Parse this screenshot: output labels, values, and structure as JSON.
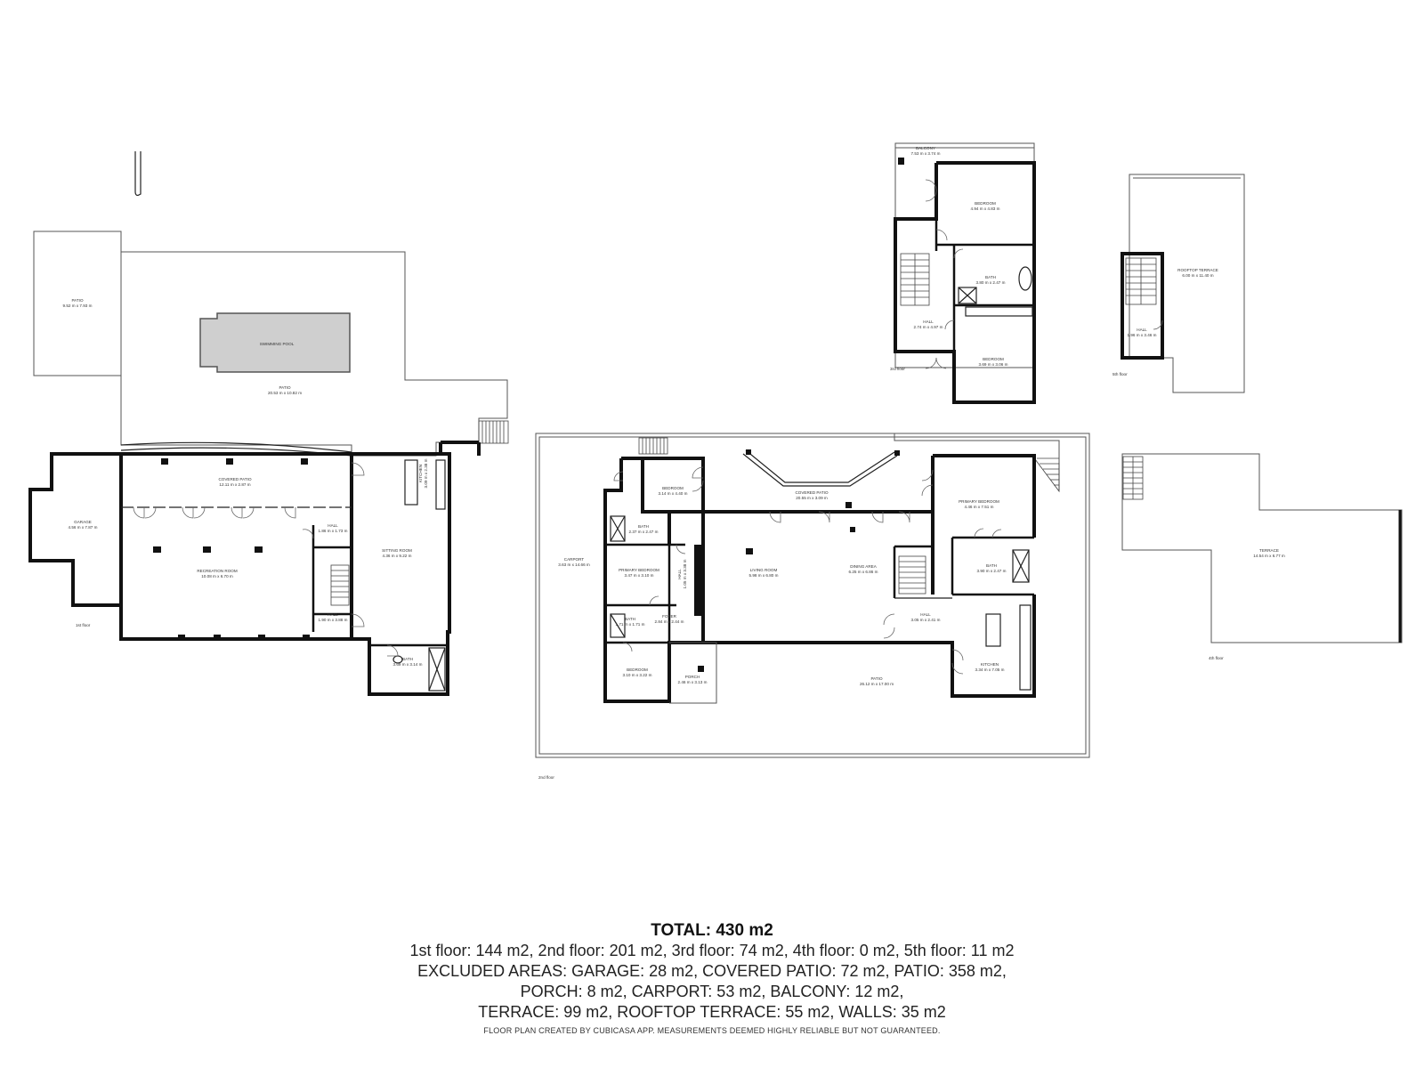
{
  "floor_labels": {
    "first": "1st floor",
    "second": "2nd floor",
    "third": "3rd floor",
    "fourth": "4th floor",
    "fifth": "5th floor"
  },
  "rooms": {
    "first_floor": {
      "patio_left": {
        "name": "PATIO",
        "dims": "9.52 m x 7.93 m"
      },
      "swimming_pool": {
        "name": "SWIMMING POOL",
        "dims": ""
      },
      "patio_main": {
        "name": "PATIO",
        "dims": "20.53 m x 10.82 m"
      },
      "garage": {
        "name": "GARAGE",
        "dims": "4.56 m x 7.87 m"
      },
      "covered_patio": {
        "name": "COVERED PATIO",
        "dims": "12.11 m x 2.87 m"
      },
      "recreation_room": {
        "name": "RECREATION ROOM",
        "dims": "10.08 m x 6.70 m"
      },
      "hall_a": {
        "name": "HALL",
        "dims": "1.86 m x 1.73 m"
      },
      "hall_b": {
        "name": "HALL",
        "dims": "1.90 m x 3.88 m"
      },
      "sitting_room": {
        "name": "SITTING ROOM",
        "dims": "4.36 m x 9.22 m"
      },
      "kitchenette": {
        "name": "KITCHEN",
        "dims": "3.09 m x 2.38 m"
      },
      "bath": {
        "name": "BATH",
        "dims": "3.69 m x 3.14 m"
      }
    },
    "second_floor": {
      "carport": {
        "name": "CARPORT",
        "dims": "3.63 m x 14.66 m"
      },
      "bedroom_a": {
        "name": "BEDROOM",
        "dims": "3.14 m x 4.40 m"
      },
      "bath_a": {
        "name": "BATH",
        "dims": "2.37 m x 2.47 m"
      },
      "primary_bedroom_a": {
        "name": "PRIMARY BEDROOM",
        "dims": "3.47 m x 3.10 m"
      },
      "bath_b": {
        "name": "BATH",
        "dims": "1.71 m x 1.71 m"
      },
      "foyer": {
        "name": "FOYER",
        "dims": "2.84 m x 2.44 m"
      },
      "hall": {
        "name": "HALL",
        "dims": "1.05 m x 3.38 m"
      },
      "bedroom_b": {
        "name": "BEDROOM",
        "dims": "3.10 m x 3.22 m"
      },
      "porch": {
        "name": "PORCH",
        "dims": "2.46 m x 3.13 m"
      },
      "covered_patio": {
        "name": "COVERED PATIO",
        "dims": "20.55 m x 3.09 m"
      },
      "living_room": {
        "name": "LIVING ROOM",
        "dims": "5.98 m x 6.80 m"
      },
      "dining_area": {
        "name": "DINING AREA",
        "dims": "6.25 m x 6.86 m"
      },
      "primary_bedroom_b": {
        "name": "PRIMARY BEDROOM",
        "dims": "4.46 m x 7.51 m"
      },
      "bath_c": {
        "name": "BATH",
        "dims": "3.90 m x 2.47 m"
      },
      "hall_b": {
        "name": "HALL",
        "dims": "3.05 m x 2.41 m"
      },
      "kitchen": {
        "name": "KITCHEN",
        "dims": "3.34 m x 7.05 m"
      },
      "patio": {
        "name": "PATIO",
        "dims": "26.12 m x 17.00 m"
      }
    },
    "third_floor": {
      "balcony": {
        "name": "BALCONY",
        "dims": "7.53 m x 3.74 m"
      },
      "bedroom_a": {
        "name": "BEDROOM",
        "dims": "4.94 m x 4.83 m"
      },
      "bath": {
        "name": "BATH",
        "dims": "3.80 m x 2.47 m"
      },
      "hall": {
        "name": "HALL",
        "dims": "2.74 m x 4.97 m"
      },
      "bedroom_b": {
        "name": "BEDROOM",
        "dims": "3.69 m x 3.06 m"
      }
    },
    "fourth_floor": {
      "terrace": {
        "name": "TERRACE",
        "dims": "14.54 m x 6.77 m"
      }
    },
    "fifth_floor": {
      "rooftop_terrace": {
        "name": "ROOFTOP TERRACE",
        "dims": "6.00 m x 11.40 m"
      },
      "hall": {
        "name": "HALL",
        "dims": "1.96 m x 3.46 m"
      }
    }
  },
  "summary": {
    "total": "TOTAL: 430 m2",
    "line1": "1st floor: 144 m2, 2nd floor: 201 m2, 3rd floor: 74 m2, 4th floor: 0 m2, 5th floor: 11 m2",
    "line2": "EXCLUDED AREAS: GARAGE: 28 m2, COVERED PATIO: 72 m2, PATIO: 358 m2,",
    "line3": "PORCH: 8 m2, CARPORT: 53 m2, BALCONY: 12 m2,",
    "line4": "TERRACE: 99 m2, ROOFTOP TERRACE: 55 m2, WALLS: 35 m2",
    "disclaimer": "FLOOR PLAN CREATED BY CUBICASA APP. MEASUREMENTS DEEMED HIGHLY RELIABLE BUT NOT GUARANTEED."
  }
}
